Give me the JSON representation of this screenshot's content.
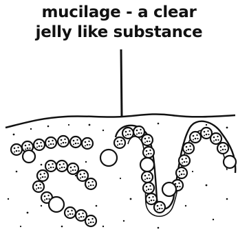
{
  "annotation": {
    "line1": "mucilage - a clear",
    "line2": "jelly like substance"
  },
  "colors": {
    "ink": "#111111",
    "paper": "#ffffff"
  },
  "elements": {
    "cell_icon": "circle-with-dots"
  }
}
